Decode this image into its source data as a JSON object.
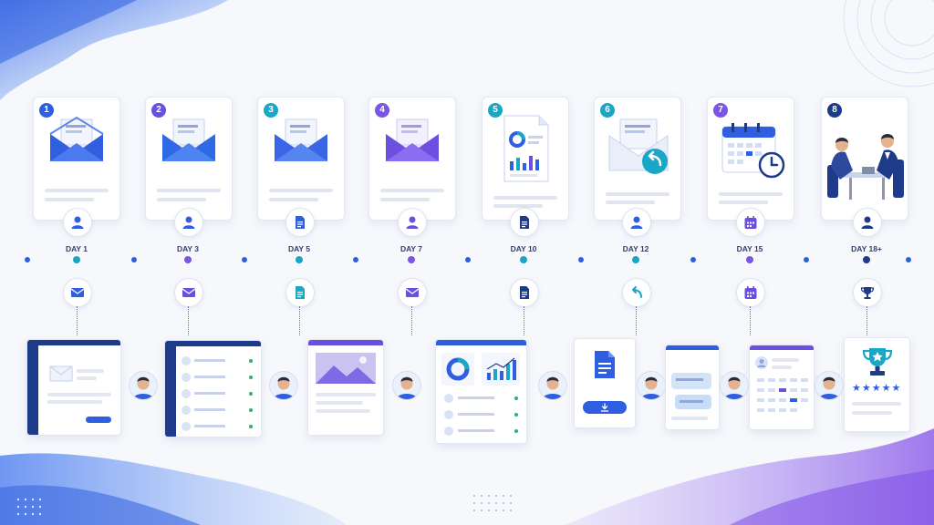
{
  "colors": {
    "blue": "#2f5fe0",
    "violet": "#7a55e6",
    "teal": "#1aa7c6",
    "navy": "#1e3b8a"
  },
  "steps": [
    {
      "number": "1",
      "day": "DAY 1",
      "top_icon": "user-icon",
      "bottom_icon": "mail-icon"
    },
    {
      "number": "2",
      "day": "DAY 3",
      "top_icon": "user-icon",
      "bottom_icon": "mail-icon"
    },
    {
      "number": "3",
      "day": "DAY 5",
      "top_icon": "document-icon",
      "bottom_icon": "document-icon"
    },
    {
      "number": "4",
      "day": "DAY 7",
      "top_icon": "user-icon",
      "bottom_icon": "mail-icon"
    },
    {
      "number": "5",
      "day": "DAY 10",
      "top_icon": "document-icon",
      "bottom_icon": "document-icon"
    },
    {
      "number": "6",
      "day": "DAY 12",
      "top_icon": "user-icon",
      "bottom_icon": "reply-icon"
    },
    {
      "number": "7",
      "day": "DAY 15",
      "top_icon": "calendar-icon",
      "bottom_icon": "calendar-icon"
    },
    {
      "number": "8",
      "day": "DAY 18+",
      "top_icon": "user-icon",
      "bottom_icon": "trophy-icon"
    }
  ]
}
